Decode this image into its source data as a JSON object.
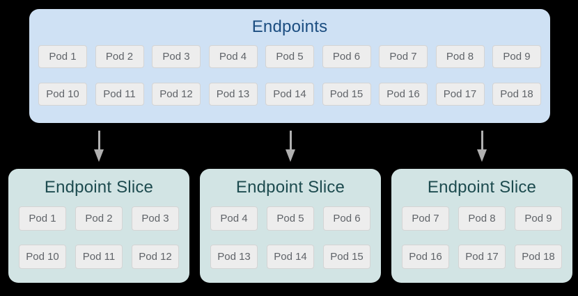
{
  "colors": {
    "page_background": "#000000",
    "endpoints_box_background": "#cfe1f4",
    "endpoints_title_text": "#1b4d80",
    "slice_box_background": "#d2e4e4",
    "slice_title_text": "#1d4b4f",
    "pod_background": "#ededed",
    "pod_border": "#d4d4d4",
    "pod_text": "#5f6368",
    "arrow": "#b0b0b0"
  },
  "endpoints": {
    "title": "Endpoints",
    "rows": [
      [
        "Pod 1",
        "Pod 2",
        "Pod 3",
        "Pod 4",
        "Pod 5",
        "Pod 6",
        "Pod 7",
        "Pod 8",
        "Pod 9"
      ],
      [
        "Pod 10",
        "Pod 11",
        "Pod 12",
        "Pod 13",
        "Pod 14",
        "Pod 15",
        "Pod 16",
        "Pod 17",
        "Pod 18"
      ]
    ]
  },
  "arrows": {
    "count": 3,
    "direction": "down"
  },
  "slices": [
    {
      "title": "Endpoint Slice",
      "rows": [
        [
          "Pod 1",
          "Pod 2",
          "Pod 3"
        ],
        [
          "Pod 10",
          "Pod 11",
          "Pod 12"
        ]
      ]
    },
    {
      "title": "Endpoint Slice",
      "rows": [
        [
          "Pod 4",
          "Pod 5",
          "Pod 6"
        ],
        [
          "Pod 13",
          "Pod 14",
          "Pod 15"
        ]
      ]
    },
    {
      "title": "Endpoint Slice",
      "rows": [
        [
          "Pod 7",
          "Pod 8",
          "Pod 9"
        ],
        [
          "Pod 16",
          "Pod 17",
          "Pod 18"
        ]
      ]
    }
  ]
}
